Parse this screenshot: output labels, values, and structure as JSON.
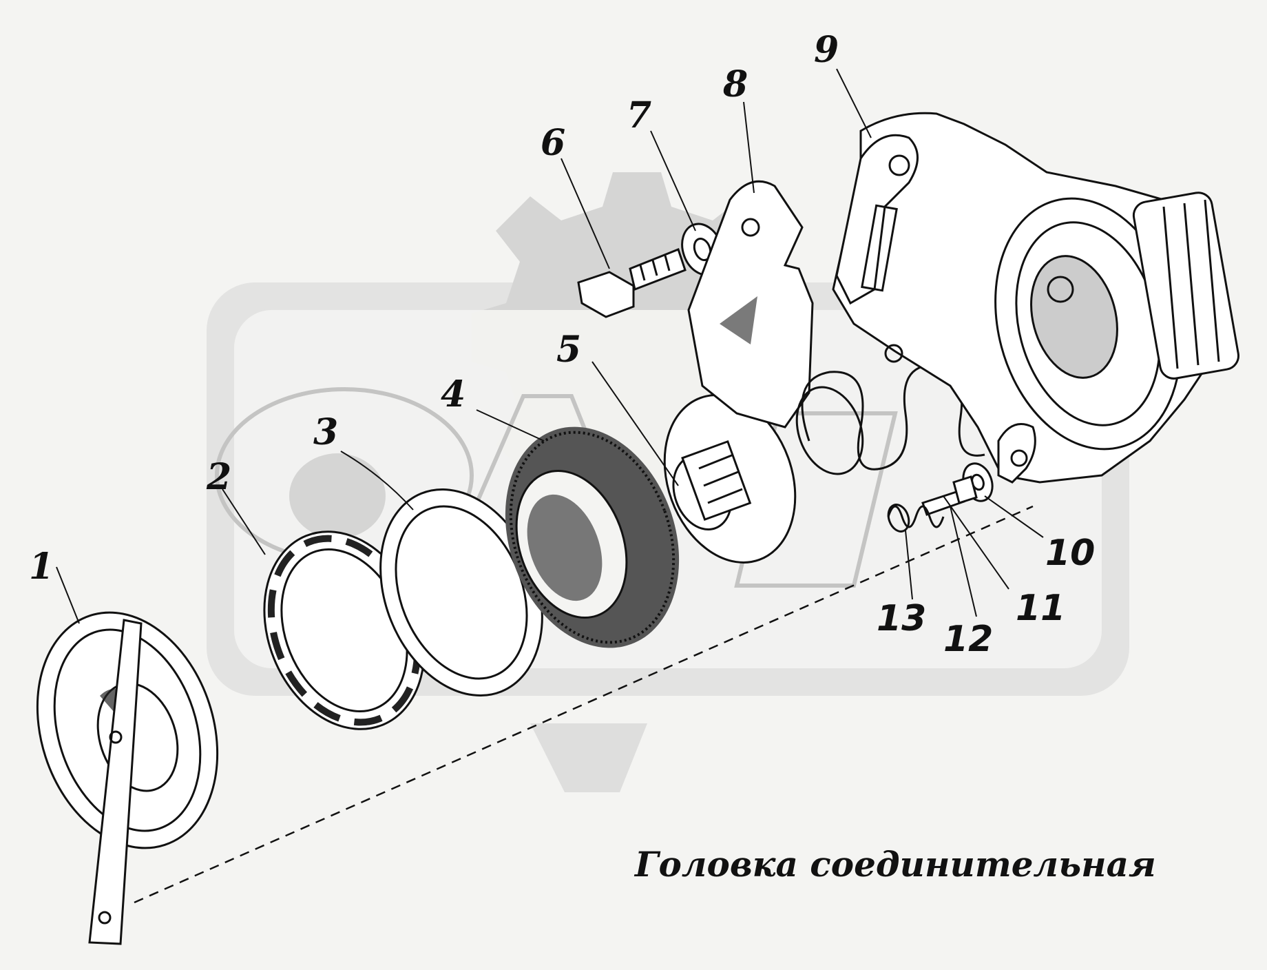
{
  "caption": "Головка соединительная",
  "watermark": {
    "text": "ОАЗ",
    "color": "#cccccc"
  },
  "parts": [
    {
      "number": "1"
    },
    {
      "number": "2"
    },
    {
      "number": "3"
    },
    {
      "number": "4"
    },
    {
      "number": "5"
    },
    {
      "number": "6"
    },
    {
      "number": "7"
    },
    {
      "number": "8"
    },
    {
      "number": "9"
    },
    {
      "number": "10"
    },
    {
      "number": "11"
    },
    {
      "number": "12"
    },
    {
      "number": "13"
    }
  ],
  "colors": {
    "background": "#f4f4f2",
    "ink": "#111111"
  }
}
